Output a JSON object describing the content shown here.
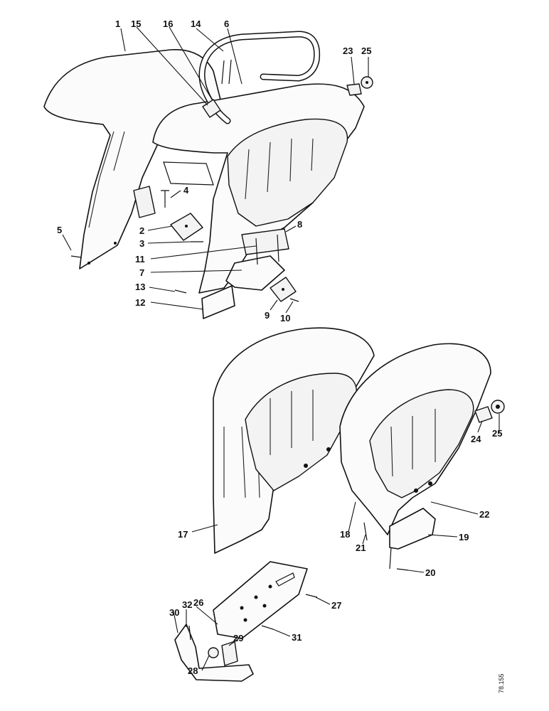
{
  "drawing_ref": "78.155",
  "callouts": [
    "1",
    "2",
    "3",
    "4",
    "5",
    "6",
    "7",
    "8",
    "9",
    "10",
    "11",
    "12",
    "13",
    "14",
    "15",
    "16",
    "17",
    "18",
    "19",
    "20",
    "21",
    "22",
    "23",
    "24",
    "25",
    "25",
    "26",
    "27",
    "28",
    "29",
    "30",
    "31",
    "32"
  ]
}
